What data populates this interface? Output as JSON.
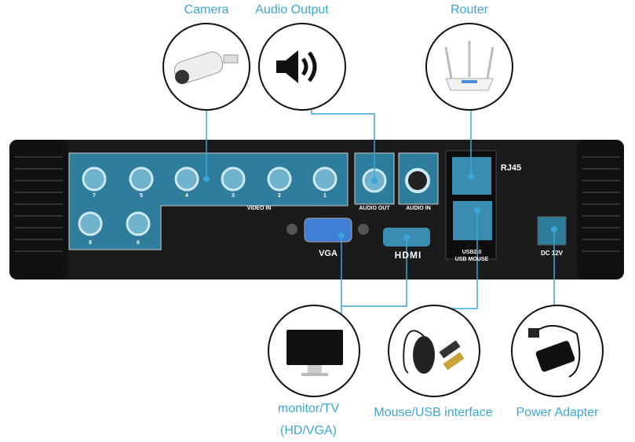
{
  "labels": {
    "camera": "Camera",
    "audio_output": "Audio Output",
    "router": "Router",
    "monitor": "monitor/TV",
    "monitor_sub": "(HD/VGA)",
    "mouse_usb": "Mouse/USB interface",
    "power": "Power Adapter"
  },
  "panel": {
    "video_in": "VIDEO IN",
    "channels": [
      "7",
      "5",
      "4",
      "3",
      "2",
      "1",
      "8",
      "6"
    ],
    "audio_out": "AUDIO OUT",
    "audio_in": "AUDIO IN",
    "rj45": "RJ45",
    "vga": "VGA",
    "hdmi": "HDMI",
    "usb1": "USB2.0",
    "usb2": "USB MOUSE",
    "dc": "DC 12V"
  },
  "colors": {
    "accent": "#3aa6d8",
    "body": "#1a1a1a"
  }
}
